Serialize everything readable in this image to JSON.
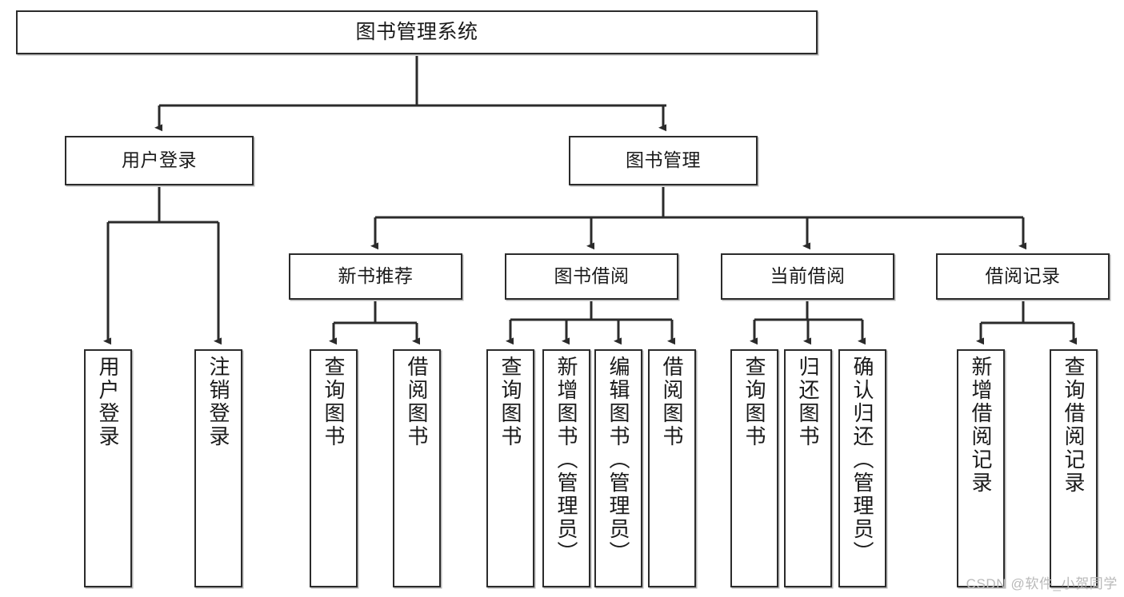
{
  "diagram": {
    "title": "图书管理系统",
    "watermark": "CSDN @软件_小贺同学",
    "line_color": "#2b2b2b",
    "box_fill": "#ffffff",
    "text_color": "#1a1a1a",
    "root": {
      "id": "root",
      "label": "图书管理系统"
    },
    "level2": [
      {
        "id": "user-login",
        "label": "用户登录"
      },
      {
        "id": "book-manage",
        "label": "图书管理"
      }
    ],
    "level3": [
      {
        "id": "new-book-rec",
        "label": "新书推荐"
      },
      {
        "id": "book-borrow",
        "label": "图书借阅"
      },
      {
        "id": "current-borrow",
        "label": "当前借阅"
      },
      {
        "id": "borrow-record",
        "label": "借阅记录"
      }
    ],
    "leaves": {
      "user_login": [
        {
          "id": "leaf-user-login",
          "label": "用户登录"
        },
        {
          "id": "leaf-logout-login",
          "label": "注销登录"
        }
      ],
      "new_book_rec": [
        {
          "id": "leaf-query-book-1",
          "label": "查询图书"
        },
        {
          "id": "leaf-borrow-book-1",
          "label": "借阅图书"
        }
      ],
      "book_borrow": [
        {
          "id": "leaf-query-book-2",
          "label": "查询图书"
        },
        {
          "id": "leaf-add-book",
          "label": "新增图书（管理员）"
        },
        {
          "id": "leaf-edit-book",
          "label": "编辑图书（管理员）"
        },
        {
          "id": "leaf-borrow-book-2",
          "label": "借阅图书"
        }
      ],
      "current_borrow": [
        {
          "id": "leaf-query-book-3",
          "label": "查询图书"
        },
        {
          "id": "leaf-return-book",
          "label": "归还图书"
        },
        {
          "id": "leaf-confirm-return",
          "label": "确认归还（管理员）"
        }
      ],
      "borrow_record": [
        {
          "id": "leaf-add-record",
          "label": "新增借阅记录"
        },
        {
          "id": "leaf-query-record",
          "label": "查询借阅记录"
        }
      ]
    }
  }
}
